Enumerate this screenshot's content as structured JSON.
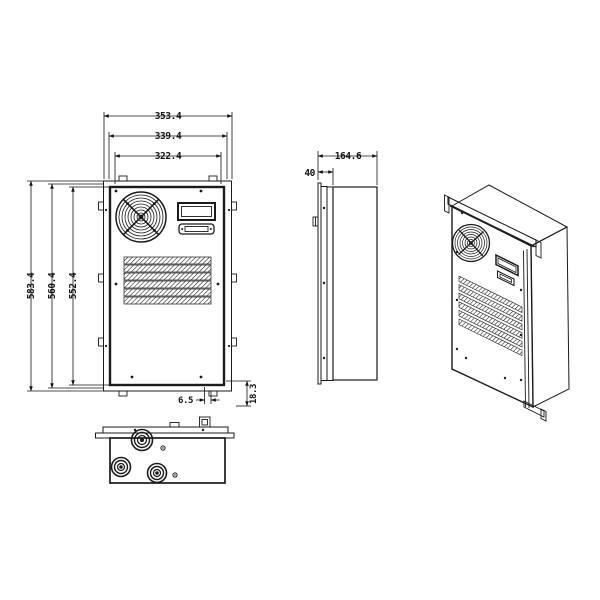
{
  "drawing": {
    "front_view": {
      "width_dims": [
        "353.4",
        "339.4",
        "322.4"
      ],
      "height_dims": [
        "583.4",
        "560.4",
        "552.4"
      ],
      "bottom_offset_dim": "6.5",
      "flange_depth_dim": "18.3"
    },
    "side_view": {
      "overall_depth_dim": "164.6",
      "front_panel_depth_dim": "40"
    },
    "colors": {
      "line": "#1b1b1b",
      "background": "#ffffff"
    }
  }
}
